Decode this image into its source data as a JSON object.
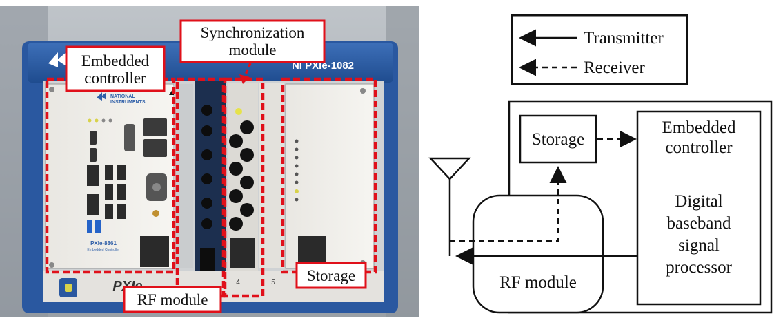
{
  "photo": {
    "chassis_model": "NI PXIe-1082",
    "chassis_brand": "PXIe",
    "controller_brand": "NATIONAL\nINSTRUMENTS",
    "controller_model": "PXIe-8861",
    "controller_subtitle": "Embedded Controller",
    "slot_numbers": [
      "4",
      "5"
    ],
    "callouts": {
      "embedded_controller": [
        "Embedded",
        "controller"
      ],
      "synchronization_module": [
        "Synchronization",
        "module"
      ],
      "rf_module": "RF module",
      "storage": "Storage"
    }
  },
  "legend": {
    "transmitter": "Transmitter",
    "receiver": "Receiver"
  },
  "diagram": {
    "storage": "Storage",
    "embedded_controller": [
      "Embedded",
      "controller"
    ],
    "processor": [
      "Digital",
      "baseband",
      "signal",
      "processor"
    ],
    "rf_module": "RF module"
  },
  "colors": {
    "callout_border": "#e0101a",
    "chassis_blue": "#2f5fa8",
    "panel_white": "#f1efea",
    "dark": "#1a1a1a"
  }
}
